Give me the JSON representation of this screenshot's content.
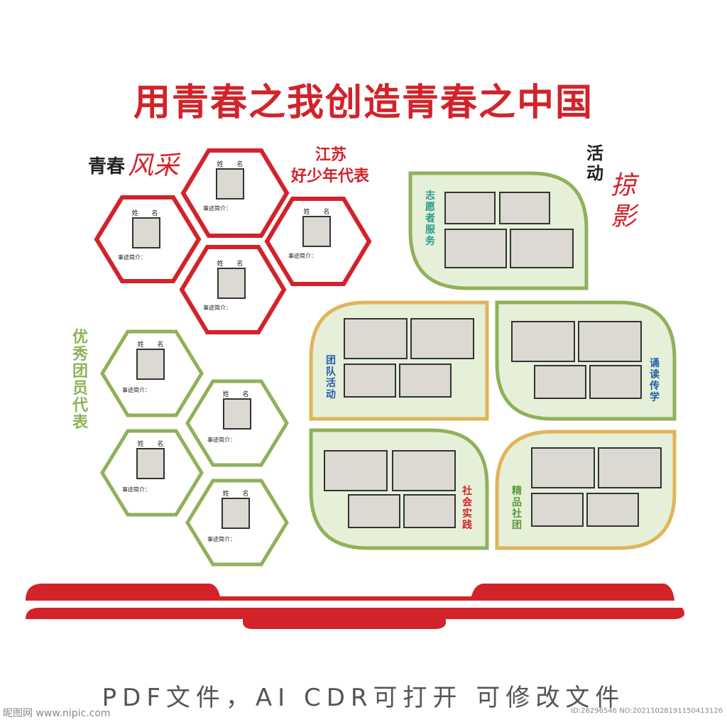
{
  "title": "用青春之我创造青春之中国",
  "sections": {
    "style_a": "青春",
    "style_b": "风采",
    "jiangsu_line1": "江苏",
    "jiangsu_line2": "好少年代表",
    "activity_a": "活动",
    "activity_b": "掠影",
    "excellent_members": "优秀团员代表"
  },
  "hex_card": {
    "name_label": "姓 名",
    "desc_label": "事迹简介："
  },
  "panels": {
    "volunteer": "志愿者服务",
    "team": "团队活动",
    "recite": "诵读传学",
    "social": "社会实践",
    "club": "精品社团"
  },
  "colors": {
    "red": "#d2232a",
    "green": "#8fb15a",
    "gold": "#e0b45a",
    "panel_fill": "#e6efd8",
    "photo": "#dcd9d3"
  },
  "footer": "PDF文件，AI  CDR可打开   可修改文件",
  "watermark_left": "昵图网 www.nipic.com",
  "watermark_right": "ID:26296546 NO:20211028191150413126"
}
